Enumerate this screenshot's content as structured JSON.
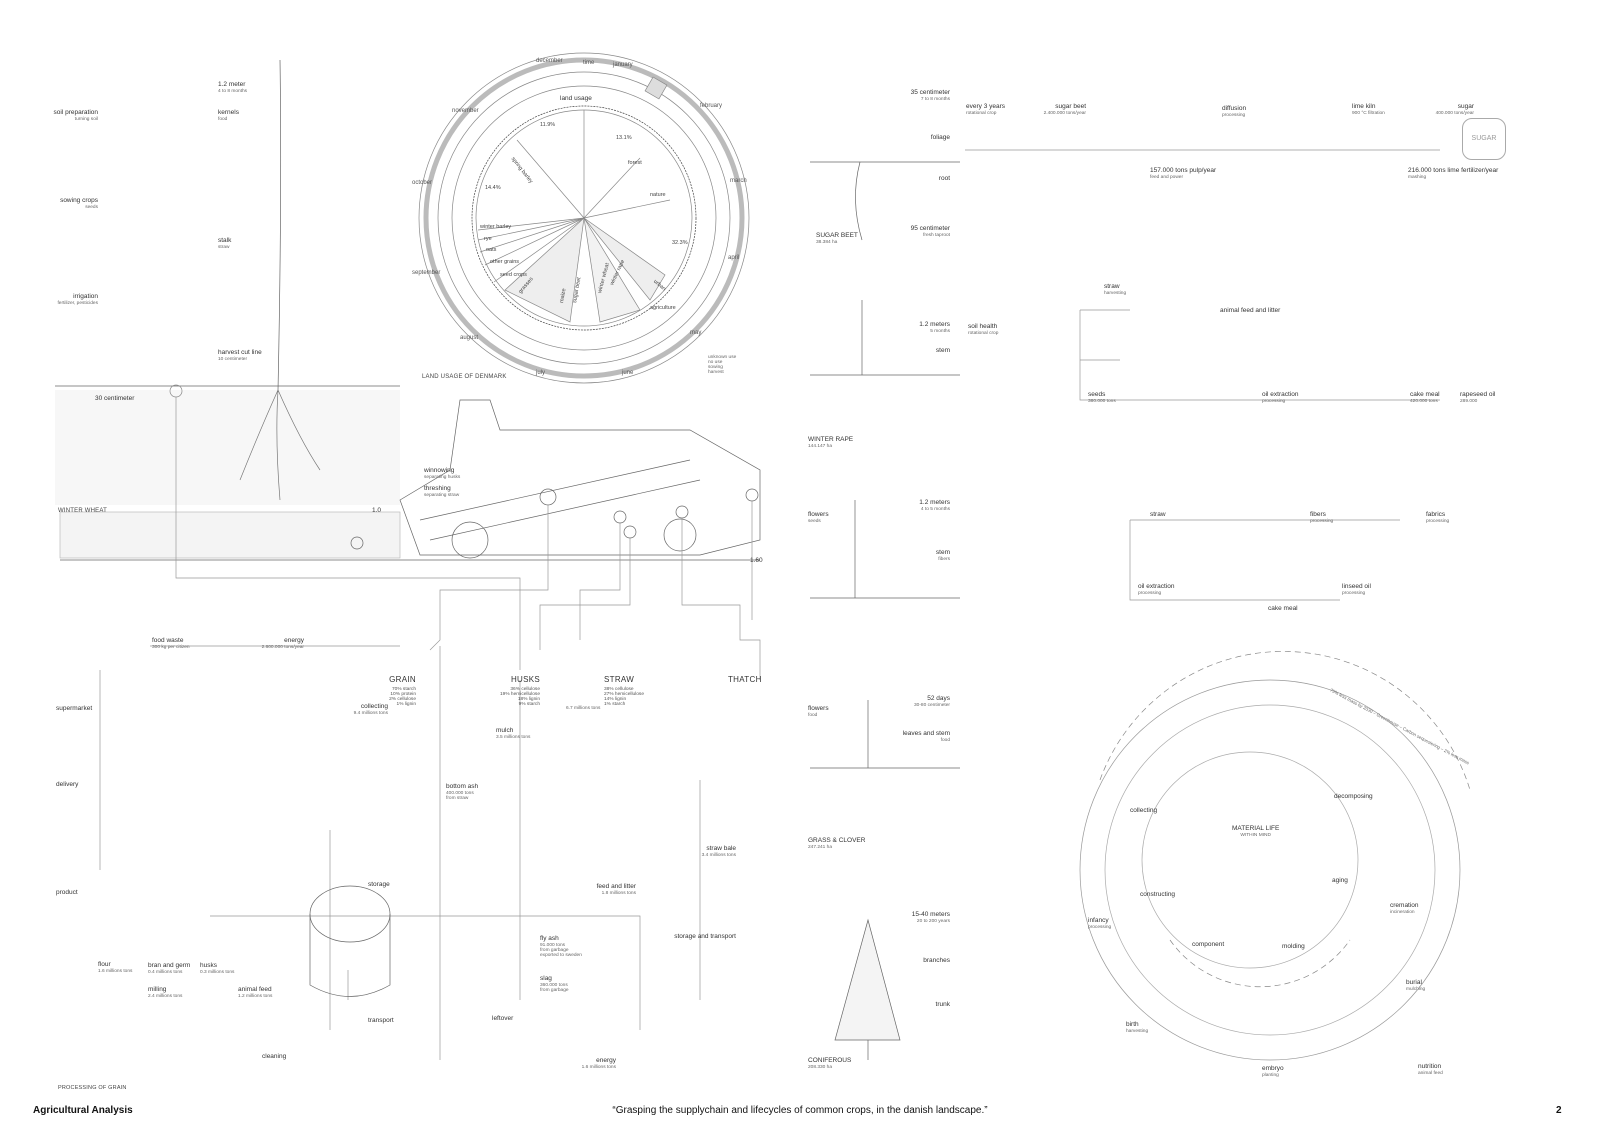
{
  "footer": {
    "title": "Agricultural Analysis",
    "quote": "“Grasping the supplychain and lifecycles of common crops, in the danish landscape.”",
    "page": "2"
  },
  "land_usage": {
    "title": "LAND USAGE OF DENMARK",
    "center_label": "land usage",
    "time_label": "time",
    "months": [
      "december",
      "january",
      "february",
      "march",
      "april",
      "may",
      "june",
      "july",
      "august",
      "september",
      "october",
      "november"
    ],
    "slices": [
      "spring barley",
      "forest",
      "nature",
      "urban",
      "winter barley",
      "rye",
      "oats",
      "other grains",
      "seed crops",
      "grasses",
      "maize",
      "sugar beet",
      "winter wheat",
      "agriculture",
      "winter rape"
    ],
    "percents": [
      "11.9%",
      "13.1%",
      "14.4%",
      "32.3%"
    ],
    "legend": [
      "unknown use",
      "no use",
      "sowing",
      "harvest"
    ]
  },
  "wheat": {
    "soil_prep": {
      "t": "soil preparation",
      "s": "turning soil"
    },
    "sowing": {
      "t": "sowing crops",
      "s": "seeds"
    },
    "irrigation": {
      "t": "irrigation",
      "s": "fertilizer, pesticides"
    },
    "height": {
      "t": "1.2 meter",
      "s": "4 to 8 months"
    },
    "kernels": {
      "t": "kernels",
      "s": "food"
    },
    "stalk": {
      "t": "stalk",
      "s": "straw"
    },
    "cut_line": {
      "t": "harvest cut line",
      "s": "10 centimeter"
    },
    "root_depth": {
      "t": "30 centimeter"
    },
    "name": "WINTER WHEAT",
    "scale_a": "1.0",
    "scale_b": "1.60",
    "winnowing": {
      "t": "winnowing",
      "s": "separating husks"
    },
    "threshing": {
      "t": "threshing",
      "s": "separating straw"
    }
  },
  "grain": {
    "food_waste": {
      "t": "food waste",
      "s": "300 kg per citizen"
    },
    "energy_top": {
      "t": "energy",
      "s": "2.600.000 tons/year"
    },
    "supermarket": "supermarket",
    "delivery": "delivery",
    "product": "product",
    "grain": {
      "t": "GRAIN",
      "comp": [
        "70% starch",
        "10% protein",
        "2% cellulose",
        "1% lignin"
      ]
    },
    "collecting": {
      "t": "collecting",
      "s": "9.4 millions tons"
    },
    "husks_head": {
      "t": "HUSKS",
      "comp": [
        "36% cellulose",
        "19% hemicellulose",
        "18% lignin",
        "9% starch"
      ]
    },
    "straw_head": {
      "t": "STRAW",
      "comp": [
        "38% cellulose",
        "27% hemicellulose",
        "14% lignin",
        "1% starch"
      ]
    },
    "straw_amount": "6.7 millions tons",
    "thatch": "THATCH",
    "mulch": {
      "t": "mulch",
      "s": "3.5 millions tons"
    },
    "bottom_ash": {
      "t": "bottom ash",
      "s": "400.000 tons",
      "s2": "from straw"
    },
    "storage": "storage",
    "flour": {
      "t": "flour",
      "s": "1.6 millions tons"
    },
    "bran": {
      "t": "bran and germ",
      "s": "0.4 millions tons"
    },
    "husks": {
      "t": "husks",
      "s": "0.3 millions tons"
    },
    "milling": {
      "t": "milling",
      "s": "2.4 millions tons"
    },
    "animal_feed": {
      "t": "animal feed",
      "s": "1.2 millions tons"
    },
    "transport": "transport",
    "cleaning": "cleaning",
    "title": "PROCESSING OF GRAIN",
    "feed_litter": {
      "t": "feed and litter",
      "s": "1.8 millions tons"
    },
    "straw_bale": {
      "t": "straw bale",
      "s": "3.4 millions tons"
    },
    "storage_transport": "storage and transport",
    "fly_ash": {
      "t": "fly ash",
      "s": "91.000 tons",
      "s2": "from garbage",
      "s3": "exported to sweden"
    },
    "slag": {
      "t": "slag",
      "s": "360.000 tons",
      "s2": "from garbage"
    },
    "leftover": "leftover",
    "energy_bottom": {
      "t": "energy",
      "s": "1.6 millions tons"
    }
  },
  "plants": {
    "sugar_beet": {
      "name": "SUGAR BEET",
      "area": "38.384 ha",
      "height": "35 centimeter",
      "height_s": "7 to 8 months",
      "foliage": "foliage",
      "root": "root",
      "depth": "95 centimeter",
      "depth_s": "fresh taproot"
    },
    "winter_rape": {
      "name": "WINTER RAPE",
      "area": "144.147 ha",
      "height": "1.2 meters",
      "height_s": "5 months",
      "stem": "stem"
    },
    "flax": {
      "height": "1.2 meters",
      "height_s": "4 to 5 months",
      "flowers": "flowers",
      "flowers_s": "seeds",
      "stem": "stem",
      "stem_s": "fibers"
    },
    "grass": {
      "name": "GRASS & CLOVER",
      "area": "247.241 ha",
      "height": "52 days",
      "height_s": "30-80 centimeter",
      "flowers": "flowers",
      "flowers_s": "food",
      "leaves": "leaves and stem",
      "leaves_s": "food"
    },
    "coniferous": {
      "name": "CONIFEROUS",
      "area": "208.330 ha",
      "height": "15-40 meters",
      "height_s": "20 to 200 years",
      "branches": "branches",
      "trunk": "trunk"
    }
  },
  "sugar_chain": {
    "rotation": {
      "t": "every 3 years",
      "s": "rotational crop"
    },
    "beet": {
      "t": "sugar beet",
      "s": "2.400.000 tons/year"
    },
    "diffusion": {
      "t": "diffusion",
      "s": "processing"
    },
    "lime_kiln": {
      "t": "lime kiln",
      "s": "900 °C filtration"
    },
    "sugar": {
      "t": "sugar",
      "s": "400.000 tons/year"
    },
    "pulp": {
      "t": "157.000 tons pulp/year",
      "s": "feed and power"
    },
    "lime": {
      "t": "216.000 tons lime fertilizer/year",
      "s": "mashing"
    },
    "sack_label": "SUGAR"
  },
  "rape_chain": {
    "straw": {
      "t": "straw",
      "s": "harvesting"
    },
    "feed": {
      "t": "animal feed and litter"
    },
    "soil": {
      "t": "soil health",
      "s": "rotational crop"
    },
    "seeds": {
      "t": "seeds",
      "s": "380.000 tons"
    },
    "oil_ext": {
      "t": "oil extraction",
      "s": "processing"
    },
    "cake": {
      "t": "cake meal",
      "s": "420.000 tons"
    },
    "oil": {
      "t": "rapeseed oil",
      "s": "289.000"
    }
  },
  "flax_chain": {
    "straw": {
      "t": "straw"
    },
    "fibers": {
      "t": "fibers",
      "s": "processing"
    },
    "fabrics": {
      "t": "fabrics",
      "s": "processing"
    },
    "oil_ext": {
      "t": "oil extraction",
      "s": "processing"
    },
    "linseed": {
      "t": "linseed oil",
      "s": "processing"
    },
    "cake": {
      "t": "cake meal"
    }
  },
  "material_life": {
    "title": "MATERIAL LIFE",
    "subtitle": "WITHIN MIND",
    "arc_text": "75% less mass by 2030 – Greenhouse – Carbon sequestering – 2% less mass",
    "stages": {
      "collecting": "collecting",
      "decomposing": "decomposing",
      "constructing": "constructing",
      "aging": "aging",
      "cremation": "cremation",
      "cremation_s": "incineration",
      "infancy": "infancy",
      "infancy_s": "processing",
      "component": "component",
      "molding": "molding",
      "birth": "birth",
      "birth_s": "harvesting",
      "burial": "burial",
      "burial_s": "mulching",
      "embryo": "embryo",
      "embryo_s": "planting",
      "nutrition": "nutrition",
      "nutrition_s": "animal feed"
    }
  }
}
